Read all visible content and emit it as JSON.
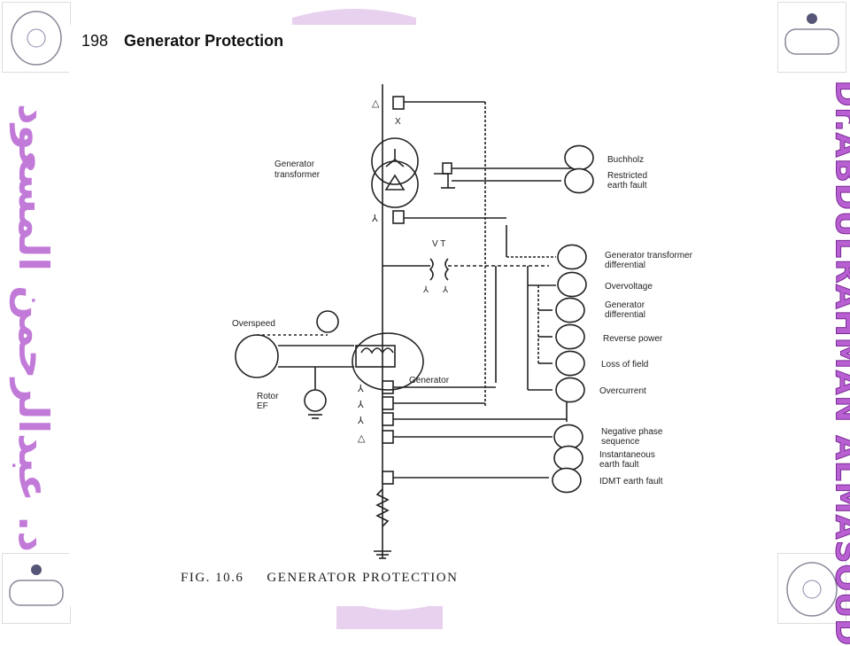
{
  "page": {
    "number": "198",
    "title": "Generator Protection"
  },
  "caption": {
    "figure": "FIG. 10.6",
    "title": "GENERATOR PROTECTION"
  },
  "watermark": {
    "author_left": "د. عبدالرحمن المسعود",
    "author_right": "Dr.ABDULRAHMAN ALMASOUD"
  },
  "diagram": {
    "labels": {
      "generator_transformer": [
        "Generator",
        "transformer"
      ],
      "vt": "V T",
      "overspeed": "Overspeed",
      "rotor_ef": [
        "Rotor",
        "EF"
      ],
      "generator": "Generator",
      "symbols": {
        "delta": "△",
        "star": "⅄",
        "cross": "X"
      }
    },
    "relays": [
      {
        "id": "buchholz",
        "label": [
          "Buchholz"
        ]
      },
      {
        "id": "ref",
        "label": [
          "Restricted",
          "earth fault"
        ]
      },
      {
        "id": "gt-diff",
        "label": [
          "Generator transformer",
          "differential"
        ]
      },
      {
        "id": "overvoltage",
        "label": [
          "Overvoltage"
        ]
      },
      {
        "id": "gen-diff",
        "label": [
          "Generator",
          "differential"
        ]
      },
      {
        "id": "reverse-power",
        "label": [
          "Reverse power"
        ]
      },
      {
        "id": "loss-of-field",
        "label": [
          "Loss of field"
        ]
      },
      {
        "id": "overcurrent",
        "label": [
          "Overcurrent"
        ]
      },
      {
        "id": "nps",
        "label": [
          "Negative phase",
          "sequence"
        ]
      },
      {
        "id": "inst-ef",
        "label": [
          "Instantaneous",
          "earth fault"
        ]
      },
      {
        "id": "idmt-ef",
        "label": [
          "IDMT earth fault"
        ]
      }
    ]
  },
  "colors": {
    "ink": "#222222",
    "watermark": "#c27ad8"
  }
}
